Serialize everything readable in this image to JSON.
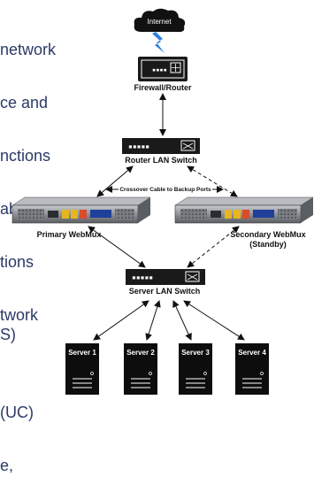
{
  "side_text": {
    "top_lines": [
      "network",
      "ce and",
      "nctions",
      "ably",
      "tions",
      "twork"
    ],
    "bottom_lines": [
      "S)",
      "(UC)",
      "e,"
    ]
  },
  "diagram": {
    "internet_label": "Internet",
    "firewall_label": "Firewall/Router",
    "router_switch_label": "Router LAN Switch",
    "crossover_label": "Crossover Cable to Backup Ports",
    "primary_label": "Primary WebMux",
    "secondary_label": "Secondary WebMux",
    "secondary_sub_label": "(Standby)",
    "server_switch_label": "Server LAN Switch",
    "servers": [
      "Server 1",
      "Server 2",
      "Server 3",
      "Server 4"
    ]
  },
  "colors": {
    "text_blue": "#2b3a67",
    "bolt": "#2f7fe0",
    "cloud": "#111111",
    "orange": "#ff9a1a"
  }
}
